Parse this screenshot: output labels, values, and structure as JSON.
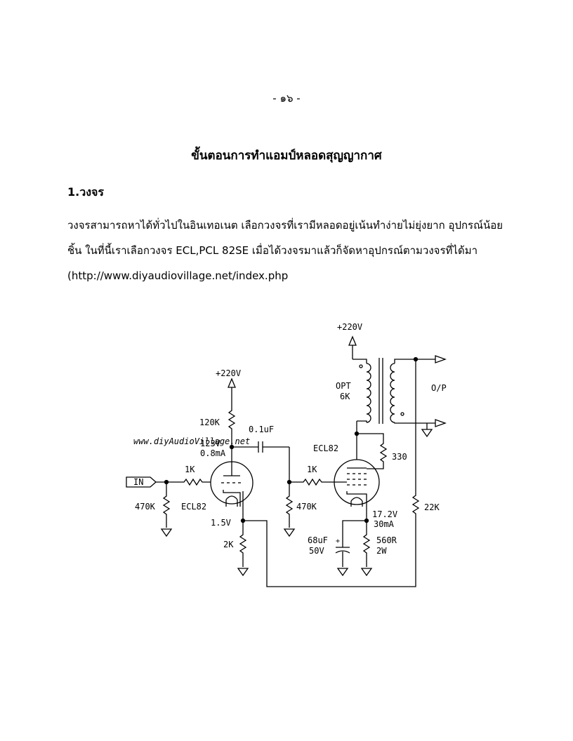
{
  "page_number": "- ๑๖ -",
  "heading": "ขั้นตอนการทำแอมป์หลอดสุญญากาศ",
  "section_title": "1.วงจร",
  "paragraph": {
    "line1": "วงจรสามารถหาได้ทั่วไปในอินเทอเนต เลือกวงจรที่เรามีหลอดอยู่เน้นทำง่ายไม่ยุ่งยาก อุปกรณ์น้อย",
    "line2": "ชิ้น ในที่นี้เราเลือกวงจร ECL,PCL 82SE เมื่อได้วงจรมาแล้วก็จัดหาอุปกรณ์ตามวงจรที่ได้มา",
    "line3": "(http://www.diyaudiovillage.net/index.php"
  },
  "schematic": {
    "watermark": "www.diyAudioVillage.net",
    "labels": {
      "supply_left": "+220V",
      "supply_right": "+220V",
      "r120k": "120K",
      "cap_coupling": "0.1uF",
      "v_plate": "123V",
      "i_plate": "0.8mA",
      "in_label": "IN",
      "r1k_a": "1K",
      "r470k_a": "470K",
      "tube_a": "ECL82",
      "v_cathode": "1.5V",
      "r2k": "2K",
      "r1k_b": "1K",
      "r470k_b": "470K",
      "opt": "OPT",
      "opt_imp": "6K",
      "tube_b": "ECL82",
      "r330": "330",
      "output": "O/P",
      "r22k": "22K",
      "v_cathode_b": "17.2V",
      "i_cathode_b": "30mA",
      "cap_value": "68uF",
      "cap_voltage": "50V",
      "r560": "560R",
      "r560_watt": "2W",
      "cap_polarity": "+"
    }
  }
}
